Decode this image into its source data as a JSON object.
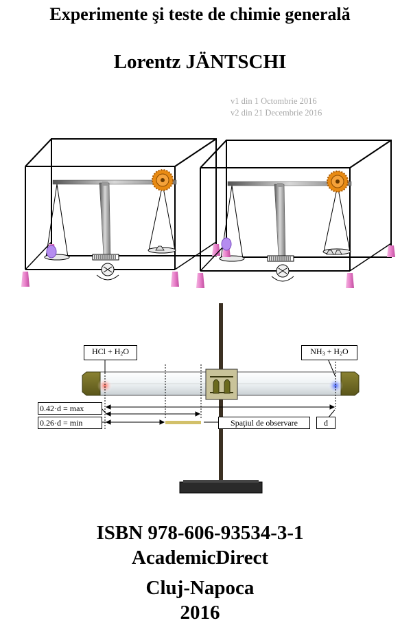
{
  "book": {
    "title": "Experimente şi teste de chimie generală",
    "author": "Lorentz JÄNTSCHI",
    "versions": [
      "v1 din 1 Octombrie 2016",
      "v2 din 21 Decembrie 2016"
    ]
  },
  "diagram": {
    "left_reagent": {
      "pre": "HCl + H",
      "sub": "2",
      "post": "O"
    },
    "right_reagent": {
      "pre": "NH",
      "sub": "3",
      "post": " + H",
      "sub2": "2",
      "post2": "O"
    },
    "label_max": "0.42·d = max",
    "label_min": "0.26·d = min",
    "label_zone": "Spaţiul de observare",
    "label_d": "d"
  },
  "footer": {
    "isbn": "ISBN 978-606-93534-3-1",
    "publisher": "AcademicDirect",
    "city": "Cluj-Napoca",
    "year": "2016"
  },
  "colors": {
    "pink": "#e87fc9",
    "purple": "#b58cf0",
    "orange": "#e88a12",
    "olive": "#6b6a1e",
    "tan": "#d2c06a",
    "dark_post": "#3b3022"
  }
}
